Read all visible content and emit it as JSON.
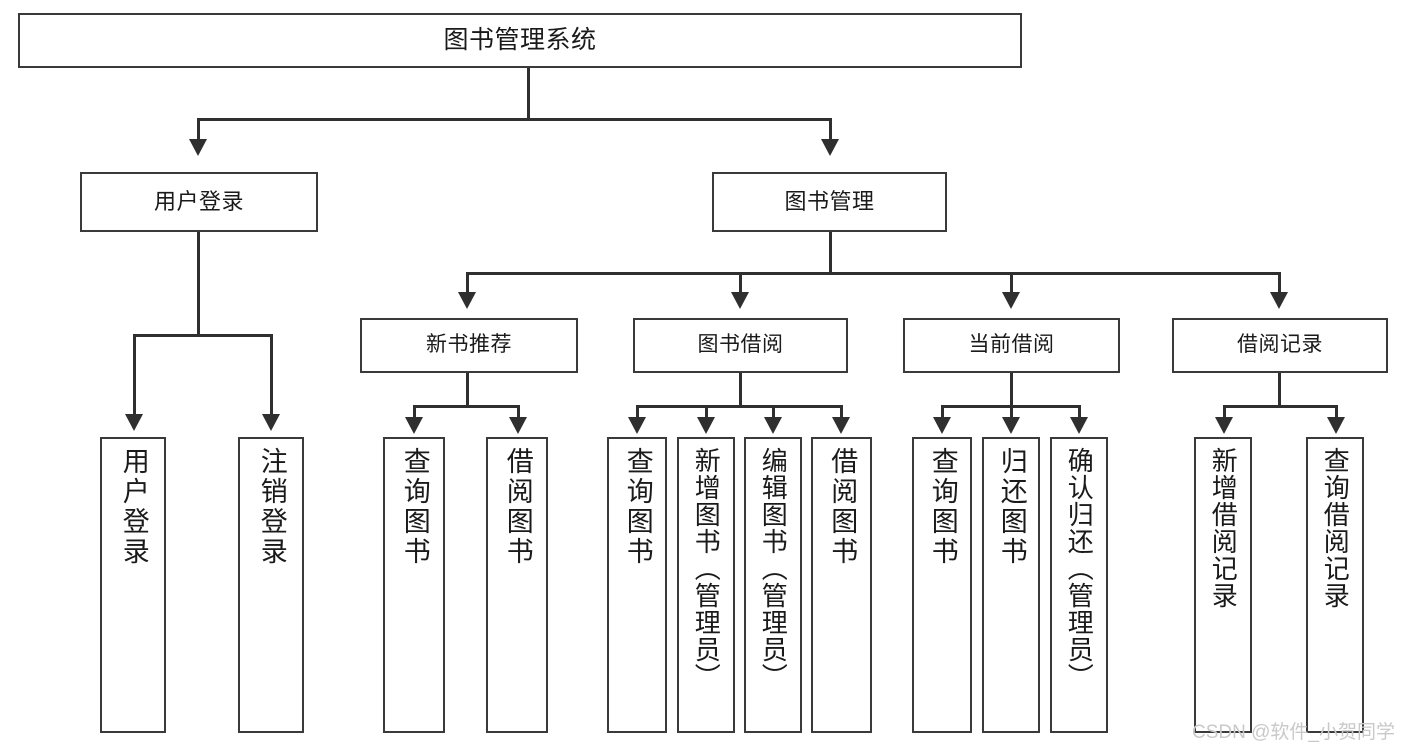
{
  "diagram": {
    "title": "图书管理系统",
    "root": {
      "label": "图书管理系统"
    },
    "level1": [
      {
        "label": "用户登录"
      },
      {
        "label": "图书管理"
      }
    ],
    "level2": [
      {
        "label": "新书推荐"
      },
      {
        "label": "图书借阅"
      },
      {
        "label": "当前借阅"
      },
      {
        "label": "借阅记录"
      }
    ],
    "leaves": {
      "user_login": [
        {
          "label": "用户登录"
        },
        {
          "label": "注销登录"
        }
      ],
      "new_book_recommend": [
        {
          "label": "查询图书"
        },
        {
          "label": "借阅图书"
        }
      ],
      "book_borrow": [
        {
          "label": "查询图书"
        },
        {
          "label": "新增图书（管理员）"
        },
        {
          "label": "编辑图书（管理员）"
        },
        {
          "label": "借阅图书"
        }
      ],
      "current_borrow": [
        {
          "label": "查询图书"
        },
        {
          "label": "归还图书"
        },
        {
          "label": "确认归还（管理员）"
        }
      ],
      "borrow_record": [
        {
          "label": "新增借阅记录"
        },
        {
          "label": "查询借阅记录"
        }
      ]
    }
  },
  "watermark": {
    "text": "CSDN @软件_小贺同学"
  },
  "colors": {
    "box_border": "#3a3a3a",
    "connector": "#2f2f2f",
    "text": "#1a1a1a",
    "background": "#ffffff",
    "watermark": "#c9c9c9"
  }
}
